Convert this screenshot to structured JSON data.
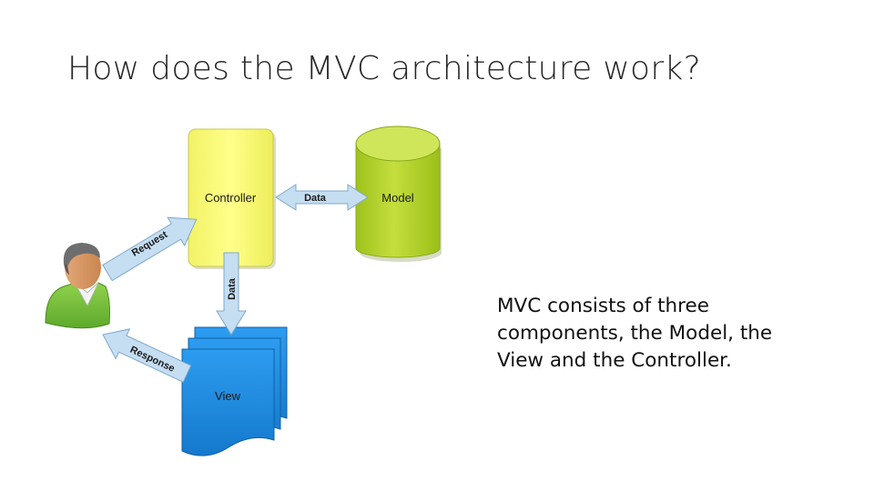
{
  "slide": {
    "title": "How does the MVC architecture work?",
    "description_lines": [
      "MVC consists of three",
      "components, the Model, the",
      "View and the Controller."
    ]
  },
  "diagram": {
    "controller_label": "Controller",
    "model_label": "Model",
    "view_label": "View",
    "controller_model_arrow_label": "Data",
    "controller_view_arrow_label": "Data",
    "request_arrow_label": "Request",
    "response_arrow_label": "Response",
    "colors": {
      "controller": "#ffff80",
      "model": "#b8d432",
      "view": "#1a8ce0",
      "arrow": "#c6def2",
      "user_shirt": "#7cc242"
    },
    "icons": [
      "user-icon"
    ]
  }
}
